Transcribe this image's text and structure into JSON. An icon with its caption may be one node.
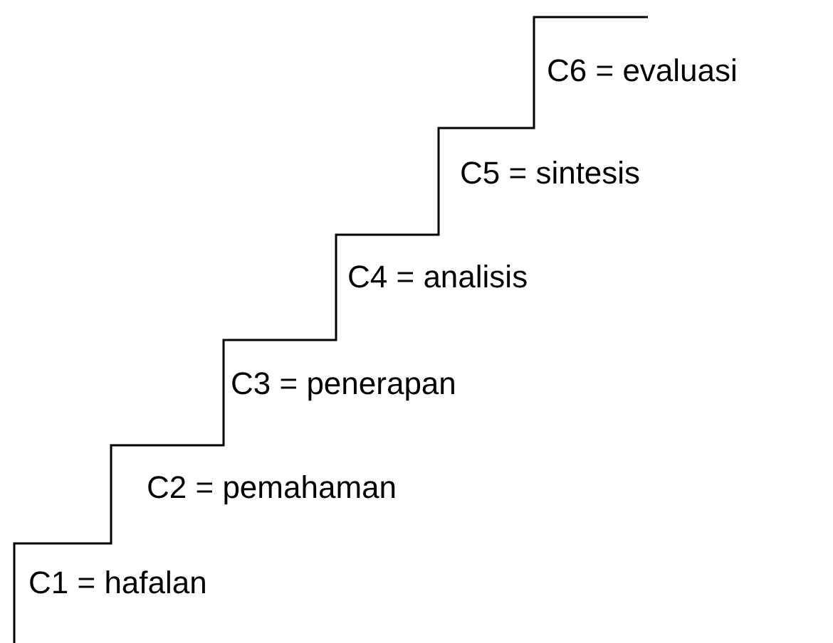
{
  "diagram": {
    "labels": [
      "C6 = evaluasi",
      "C5 = sintesis",
      "C4 = analisis",
      "C3 = penerapan",
      "C2 = pemahaman",
      "C1 = hafalan"
    ]
  }
}
